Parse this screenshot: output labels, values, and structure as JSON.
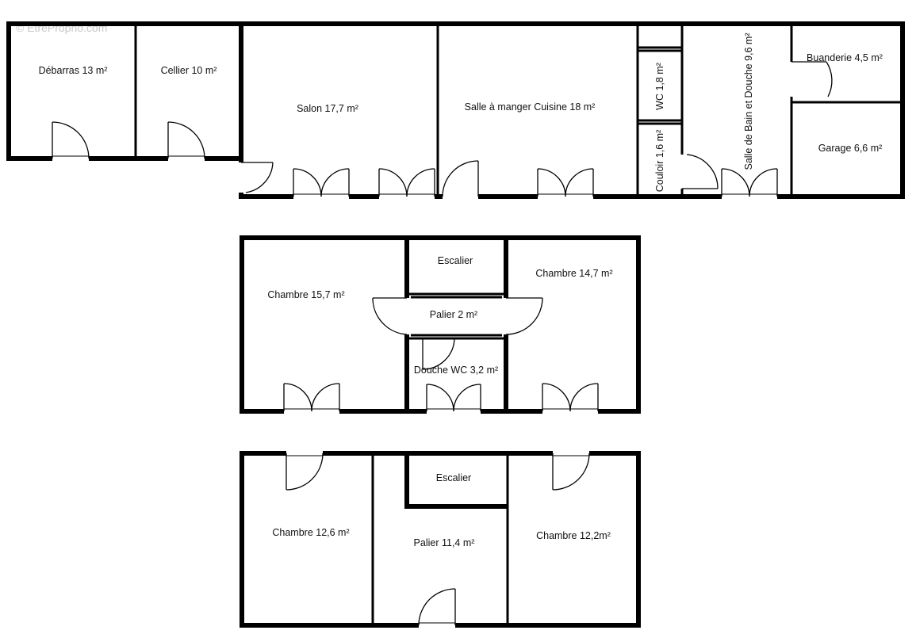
{
  "watermark": "© EtreProprio.com",
  "floors": [
    {
      "id": "rdc",
      "rooms": [
        {
          "key": "debarras",
          "label": "Débarras 13 m²"
        },
        {
          "key": "cellier",
          "label": "Cellier 10 m²"
        },
        {
          "key": "salon",
          "label": "Salon 17,7 m²"
        },
        {
          "key": "salle-a-manger",
          "label": "Salle à manger Cuisine 18 m²"
        },
        {
          "key": "wc",
          "label": "WC 1,8 m²"
        },
        {
          "key": "couloir",
          "label": "Couloir 1,6 m²"
        },
        {
          "key": "salle-de-bain",
          "label": "Salle de Bain et Douche 9,6 m²"
        },
        {
          "key": "buanderie",
          "label": "Buanderie 4,5 m²"
        },
        {
          "key": "garage",
          "label": "Garage 6,6 m²"
        }
      ]
    },
    {
      "id": "etage1",
      "rooms": [
        {
          "key": "chambre-15-7",
          "label": "Chambre 15,7 m²"
        },
        {
          "key": "escalier",
          "label": "Escalier"
        },
        {
          "key": "palier",
          "label": "Palier 2 m²"
        },
        {
          "key": "douche-wc",
          "label": "Douche WC 3,2 m²"
        },
        {
          "key": "chambre-14-7",
          "label": "Chambre 14,7 m²"
        }
      ]
    },
    {
      "id": "etage2",
      "rooms": [
        {
          "key": "chambre-12-6",
          "label": "Chambre 12,6 m²"
        },
        {
          "key": "escalier",
          "label": "Escalier"
        },
        {
          "key": "palier",
          "label": "Palier 11,4 m²"
        },
        {
          "key": "chambre-12-2",
          "label": "Chambre  12,2m²"
        }
      ]
    }
  ]
}
